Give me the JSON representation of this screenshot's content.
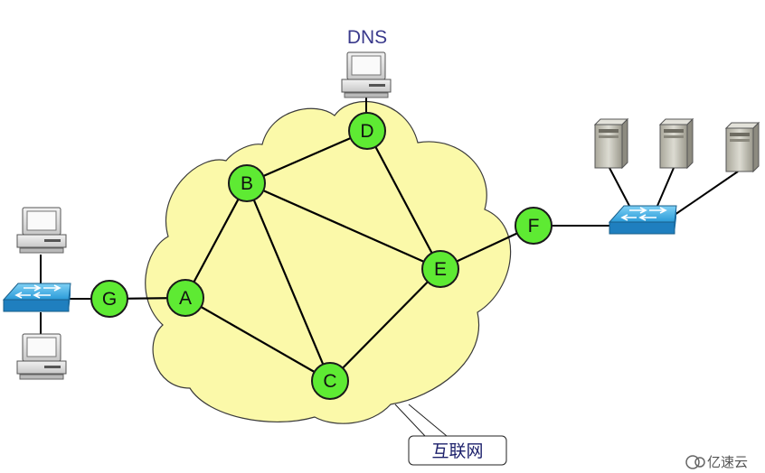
{
  "dns_label": "DNS",
  "internet_label": "互联网",
  "watermark": "亿速云",
  "colors": {
    "cloud_fill": "#fbf9a9",
    "cloud_stroke": "#3a3a3a",
    "router_fill": "#5eea33",
    "router_stroke": "#1a1a1a",
    "link": "#000000",
    "dns_text": "#3a3a8c",
    "switch_blue": "#2a8fd0"
  },
  "routers": [
    {
      "id": "A",
      "label": "A"
    },
    {
      "id": "B",
      "label": "B"
    },
    {
      "id": "C",
      "label": "C"
    },
    {
      "id": "D",
      "label": "D"
    },
    {
      "id": "E",
      "label": "E"
    },
    {
      "id": "F",
      "label": "F"
    },
    {
      "id": "G",
      "label": "G"
    }
  ],
  "links": [
    [
      "A",
      "B"
    ],
    [
      "B",
      "D"
    ],
    [
      "B",
      "C"
    ],
    [
      "B",
      "E"
    ],
    [
      "D",
      "E"
    ],
    [
      "A",
      "C"
    ],
    [
      "C",
      "E"
    ],
    [
      "G",
      "A"
    ],
    [
      "E",
      "F"
    ]
  ],
  "icons": {
    "dns_host": "desktop-computer-icon",
    "left_hosts": "desktop-computer-icon",
    "switches": "network-switch-icon",
    "servers": "tower-server-icon",
    "watermark_logo": "cloud-logo-icon"
  }
}
